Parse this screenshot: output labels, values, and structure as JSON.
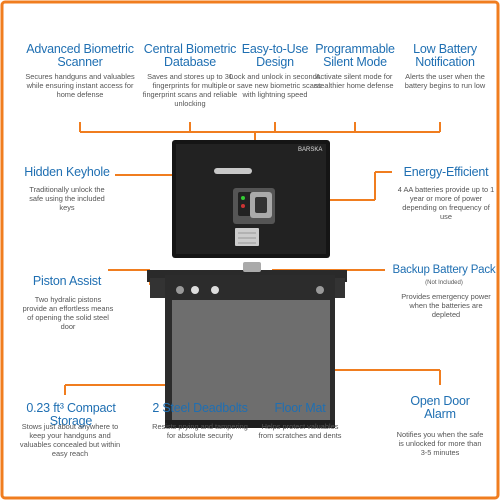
{
  "colors": {
    "accent": "#f07d1f",
    "title": "#1f6fb2",
    "text": "#555555"
  },
  "features": {
    "advanced_biometric": {
      "title": "Advanced Biometric Scanner",
      "desc": "Secures handguns and valuables while ensuring instant access for home defense"
    },
    "central_database": {
      "title": "Central Biometric Database",
      "desc": "Saves and stores up to 30 fingerprints for multiple fingerprint scans and reliable unlocking"
    },
    "easy_to_use": {
      "title": "Easy-to-Use Design",
      "desc": "Lock and unlock in seconds or save new biometric scans with lightning speed"
    },
    "programmable_silent": {
      "title": "Programmable Silent Mode",
      "desc": "Activate silent mode for stealthier home defense"
    },
    "low_battery": {
      "title": "Low Battery Notification",
      "desc": "Alerts the user when the battery begins to run low"
    },
    "hidden_keyhole": {
      "title": "Hidden Keyhole",
      "desc": "Traditionally unlock the safe using the included keys"
    },
    "energy_efficient": {
      "title": "Energy-Efficient",
      "desc": "4 AA batteries provide up to 1 year or more of power depending on frequency of use"
    },
    "piston_assist": {
      "title": "Piston Assist",
      "desc": "Two hydralic pistons provide an effortless means of opening the solid steel door"
    },
    "backup_battery": {
      "title": "Backup Battery Pack",
      "note": "(Not Included)",
      "desc": "Provides emergency power when the batteries are depleted"
    },
    "compact_storage": {
      "title": "0.23 ft³ Compact Storage",
      "desc": "Stows just about anywhere to keep your handguns and valuables concealed but within easy reach"
    },
    "steel_deadbolts": {
      "title": "2 Steel Deadbolts",
      "desc": "Resists prying and tampering for absolute security"
    },
    "floor_mat": {
      "title": "Floor Mat",
      "desc": "Helps protect valuables from scratches and dents"
    },
    "open_door_alarm": {
      "title": "Open Door Alarm",
      "desc": "Notifies you when the safe is unlocked for more than 3-5 minutes"
    }
  },
  "product": {
    "brand_label": "BARSKA"
  }
}
